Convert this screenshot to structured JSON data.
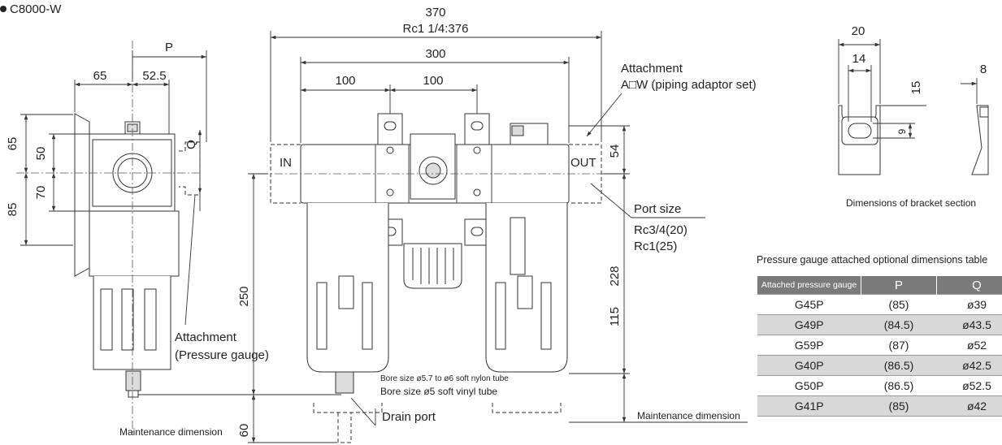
{
  "header": {
    "model": "C8000-W"
  },
  "side_view": {
    "dims": {
      "p": "P",
      "d65_top": "65",
      "d52_5": "52.5",
      "q": "Q",
      "v65": "65",
      "v85": "85",
      "v50": "50",
      "v70": "70"
    },
    "attachment_label_1": "Attachment",
    "attachment_label_2": "(Pressure gauge)",
    "maintenance_label": "Maintenance dimension"
  },
  "front_view": {
    "dims": {
      "d370": "370",
      "rc376": "Rc1 1/4:376",
      "d300": "300",
      "d100_a": "100",
      "d100_b": "100",
      "d54": "54",
      "d250": "250",
      "d228": "228",
      "d115": "115",
      "d60": "60"
    },
    "port_in": "IN",
    "port_out": "OUT",
    "attachment_label": "Attachment",
    "attachment_code": "A□W (piping adaptor set)",
    "port_size_label": "Port size",
    "port_size_1": "Rc3/4(20)",
    "port_size_2": "Rc1(25)",
    "bore_nylon": "Bore size ø5.7 to ø6 soft nylon tube",
    "bore_vinyl": "Bore size ø5 soft vinyl tube",
    "drain_port": "Drain port",
    "maintenance_label": "Maintenance dimension"
  },
  "bracket": {
    "dims": {
      "d20": "20",
      "d14": "14",
      "d15": "15",
      "d9": "9",
      "d8": "8"
    },
    "caption": "Dimensions of bracket section"
  },
  "options_table": {
    "title": "Pressure gauge attached optional dimensions table",
    "headers": [
      "Attached pressure gauge",
      "P",
      "Q"
    ],
    "rows": [
      [
        "G45P",
        "(85)",
        "ø39"
      ],
      [
        "G49P",
        "(84.5)",
        "ø43.5"
      ],
      [
        "G59P",
        "(87)",
        "ø52"
      ],
      [
        "G40P",
        "(86.5)",
        "ø42.5"
      ],
      [
        "G50P",
        "(86.5)",
        "ø52.5"
      ],
      [
        "G41P",
        "(85)",
        "ø42"
      ]
    ]
  }
}
